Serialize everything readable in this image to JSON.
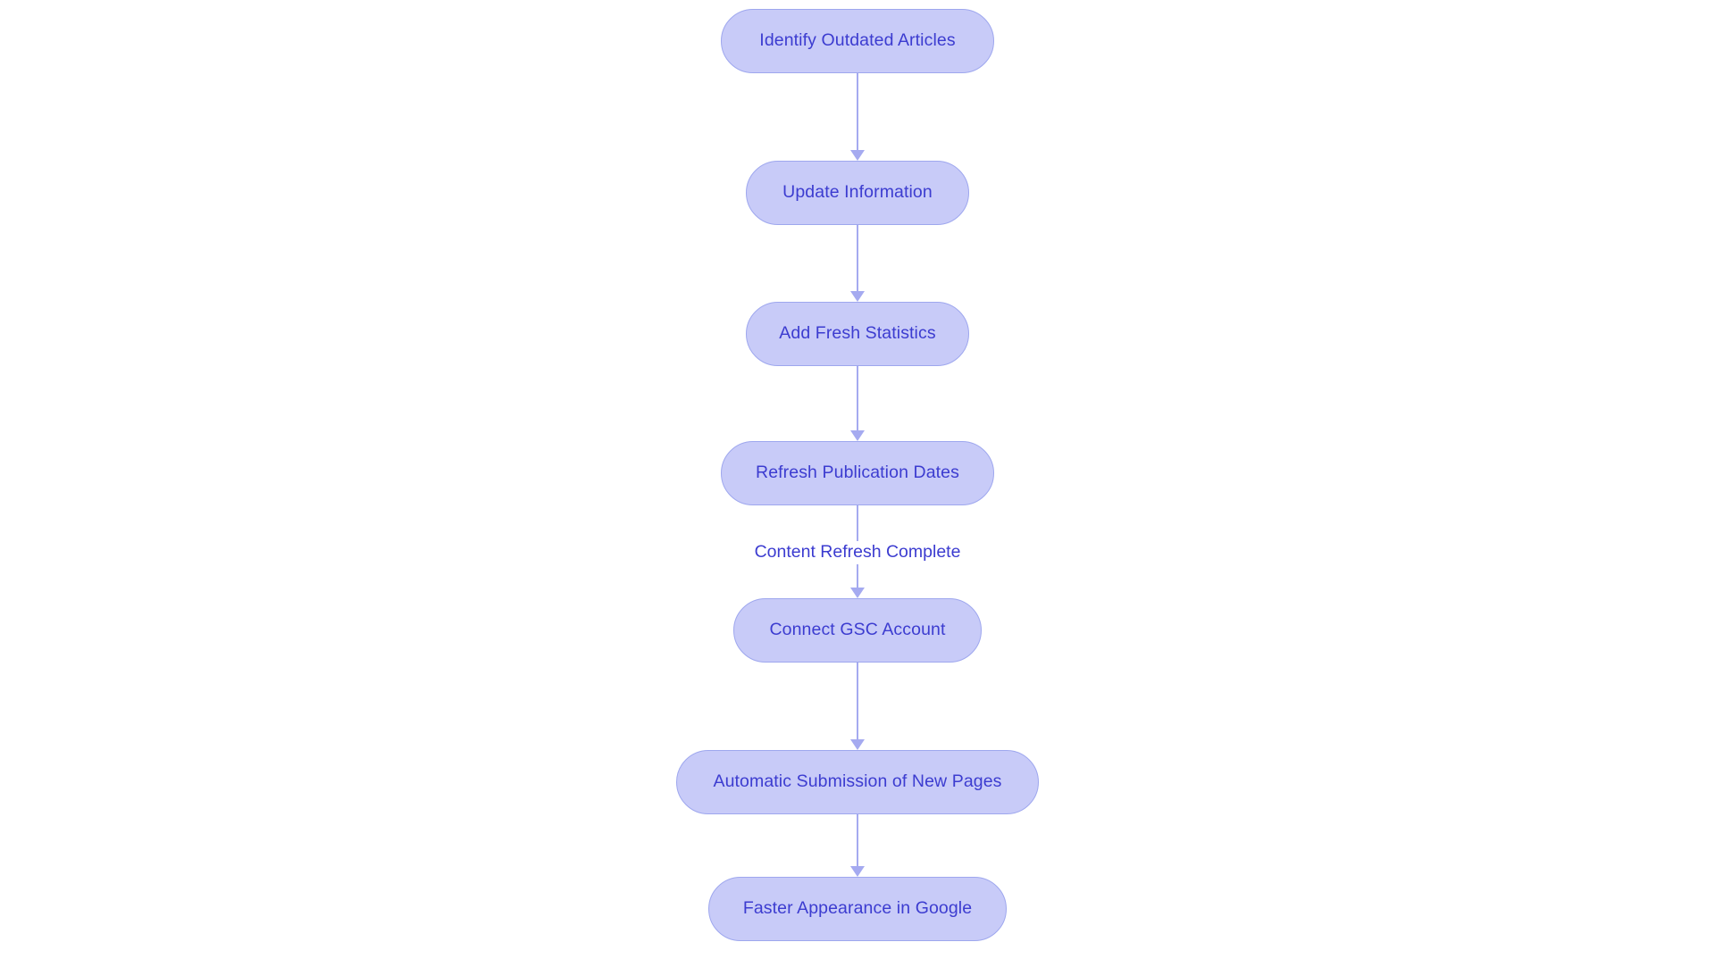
{
  "diagram": {
    "type": "flowchart",
    "orientation": "top-to-bottom",
    "background_color": "#ffffff",
    "node_fill_color": "#c8cbf8",
    "node_border_color": "#9ea7ee",
    "node_text_color": "#3c3cd0",
    "edge_color": "#a5aaf0",
    "nodes": [
      {
        "id": "identify-outdated-articles",
        "label": "Identify Outdated Articles"
      },
      {
        "id": "update-information",
        "label": "Update Information"
      },
      {
        "id": "add-fresh-statistics",
        "label": "Add Fresh Statistics"
      },
      {
        "id": "refresh-publication-dates",
        "label": "Refresh Publication Dates"
      },
      {
        "id": "connect-gsc-account",
        "label": "Connect GSC Account"
      },
      {
        "id": "automatic-submission-new-pages",
        "label": "Automatic Submission of New Pages"
      },
      {
        "id": "faster-appearance-in-google",
        "label": "Faster Appearance in Google"
      }
    ],
    "edges": [
      {
        "from": "identify-outdated-articles",
        "to": "update-information",
        "label": ""
      },
      {
        "from": "update-information",
        "to": "add-fresh-statistics",
        "label": ""
      },
      {
        "from": "add-fresh-statistics",
        "to": "refresh-publication-dates",
        "label": ""
      },
      {
        "from": "refresh-publication-dates",
        "to": "connect-gsc-account",
        "label": "Content Refresh Complete"
      },
      {
        "from": "connect-gsc-account",
        "to": "automatic-submission-new-pages",
        "label": ""
      },
      {
        "from": "automatic-submission-new-pages",
        "to": "faster-appearance-in-google",
        "label": ""
      }
    ]
  }
}
